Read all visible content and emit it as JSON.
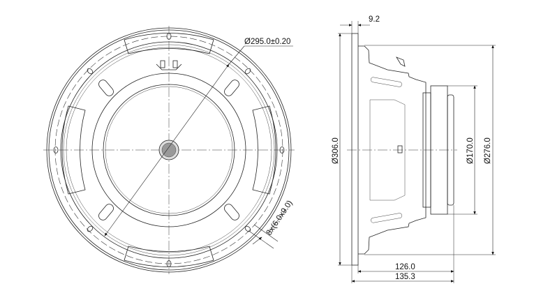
{
  "drawing": {
    "front_view": {
      "bolt_circle_label": "Ø295.0±0.20",
      "mounting_holes_label": "8x(6.0x9.0)"
    },
    "side_view": {
      "flange_thickness_label": "9.2",
      "outer_diameter_label": "Ø306.0",
      "magnet_diameter_label": "Ø170.0",
      "cutout_diameter_label": "Ø276.0",
      "depth_label": "126.0",
      "total_depth_label": "135.3"
    }
  }
}
